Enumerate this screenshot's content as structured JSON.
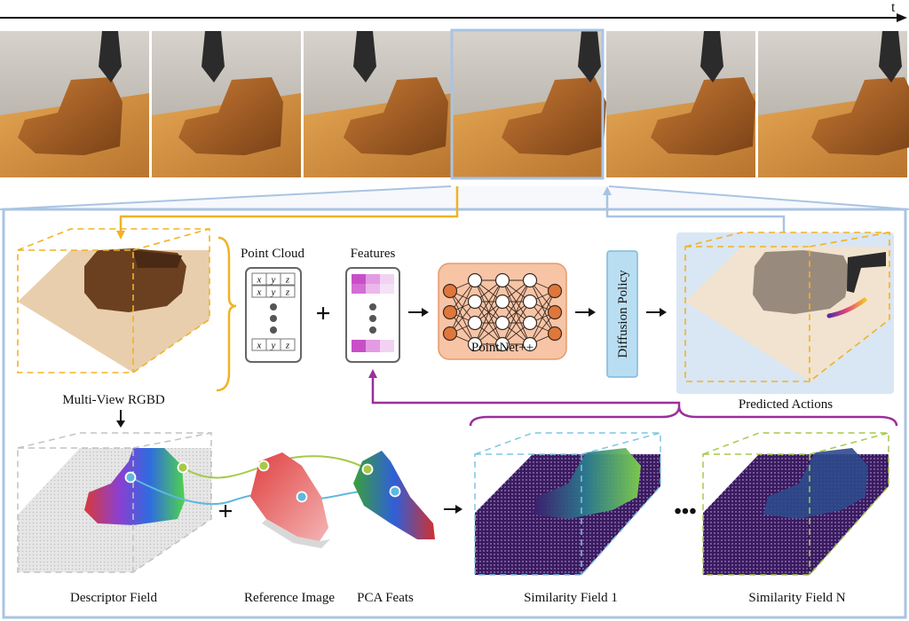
{
  "timeline": {
    "axis_label": "t"
  },
  "frames": [
    {
      "id": "frame-1"
    },
    {
      "id": "frame-2"
    },
    {
      "id": "frame-3"
    },
    {
      "id": "frame-4",
      "highlighted": true
    },
    {
      "id": "frame-5"
    },
    {
      "id": "frame-6"
    }
  ],
  "pipeline": {
    "multiview_label": "Multi-View RGBD",
    "point_cloud_label": "Point Cloud",
    "point_cloud_cols": [
      "x",
      "y",
      "z"
    ],
    "features_label": "Features",
    "network_label": "PointNet++",
    "policy_label": "Diffusion Policy",
    "predicted_label": "Predicted Actions",
    "plus": "+"
  },
  "bottom": {
    "descriptor_label": "Descriptor Field",
    "reference_label": "Reference Image",
    "pca_label": "PCA Feats",
    "similarity_1_label": "Similarity Field 1",
    "similarity_n_label": "Similarity Field N",
    "ellipsis": "•••",
    "plus": "+"
  },
  "colors": {
    "orange_accent": "#f0b323",
    "blue_accent": "#a9c4e3",
    "purple_accent": "#9b2f9b",
    "network_fill": "#f7c4a6",
    "node_orange": "#e0773a",
    "policy_fill": "#b9def2",
    "predicted_bg": "#d9e6f4",
    "green_field": "#a6c94a",
    "teal_field": "#7fc6e3"
  }
}
